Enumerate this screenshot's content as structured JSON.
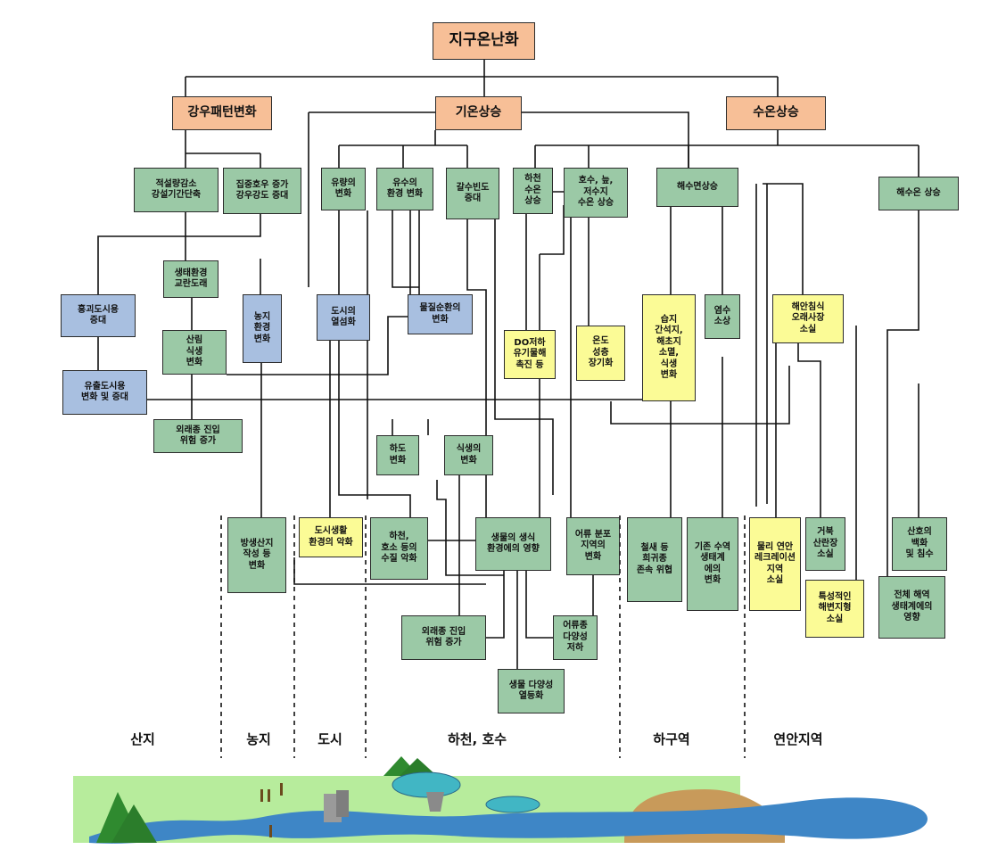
{
  "title": "지구온난화",
  "level1": {
    "rain": "강우패턴변화",
    "temp": "기온상승",
    "water": "수온상승"
  },
  "boxes": {
    "b1": "적설량감소\n강설기간단축",
    "b2": "집중호우 증가\n강우강도 증대",
    "b3": "유량의\n변화",
    "b4": "유수의\n환경 변화",
    "b5": "갈수빈도\n증대",
    "b6": "하천\n수온\n상승",
    "b7": "호수, 늪,\n저수지\n수온 상승",
    "b8": "해수면상승",
    "b9": "해수온 상승",
    "c1": "생태환경\n교란도래",
    "c2": "농지\n환경\n변화",
    "c3": "도시의\n열섬화",
    "c4": "물질순환의\n변화",
    "c5": "홍괴도시용\n증대",
    "c6": "산림\n식생\n변화",
    "c7": "유출도시용\n변화 및 증대",
    "c8": "외래종 진입\n위험 증가",
    "y1": "DO저하\n유기물해\n촉진 등",
    "y2": "온도\n성층\n장기화",
    "y3": "습지\n간석지,\n해초지\n소멸,\n식생\n변화",
    "c9": "염수\n소상",
    "y4": "해안침식\n오래사장\n소실",
    "d1": "하도\n변화",
    "d2": "식생의\n변화",
    "e1": "방생산지\n작성 등\n변화",
    "y5": "도시생활\n환경의 악화",
    "e2": "하천,\n호소 등의\n수질 악화",
    "e3": "생물의 생식\n환경에의 영향",
    "e4": "어류 분포\n지역의\n변화",
    "e5": "철새 등\n희귀종\n존속 위협",
    "e6": "기존 수역\n생태계\n에의\n변화",
    "y6": "물리 연안\n레크레이션\n지역\n소실",
    "e7": "거북\n산란장\n소실",
    "e8": "산호의\n백화\n및 침수",
    "y7": "특성적인\n해변지형\n소실",
    "e9": "전체 해역\n생태계에의\n영향",
    "f1": "외래종 진입\n위험 증가",
    "f2": "어류종\n다양성\n저하",
    "f3": "생물 다양성\n열등화"
  },
  "regions": [
    "산지",
    "농지",
    "도시",
    "하천, 호수",
    "하구역",
    "연안지역"
  ],
  "colors": {
    "orange": "#f7bf97",
    "green": "#9bc9a6",
    "blue": "#a8bfe0",
    "yellow": "#fbfb96"
  }
}
